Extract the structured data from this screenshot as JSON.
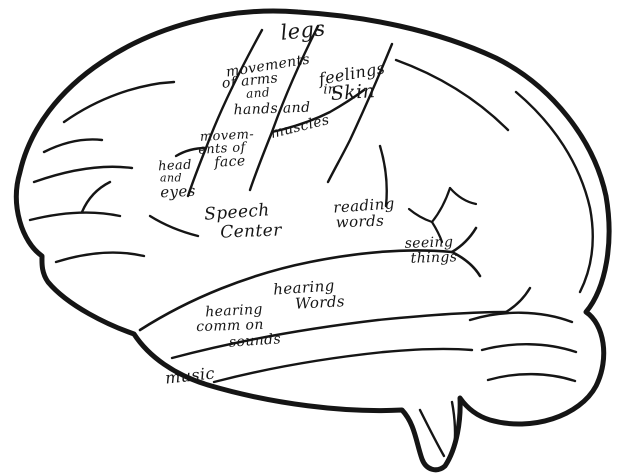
{
  "figure": {
    "description": "Hand-drawn lateral view of a human brain with labeled functional areas",
    "ink_color": "#151515",
    "background_color": "#ffffff",
    "regions": [
      {
        "name": "legs",
        "lines": [
          "legs"
        ]
      },
      {
        "name": "movements-of-arms-and-hands",
        "lines": [
          "movements",
          "of arms",
          "and",
          "hands and"
        ]
      },
      {
        "name": "feelings-in-skin",
        "lines": [
          "feelings",
          "in",
          "Skin"
        ]
      },
      {
        "name": "muscles",
        "lines": [
          "muscles"
        ]
      },
      {
        "name": "movements-of-face",
        "lines": [
          "movem-",
          "ents of",
          "face"
        ]
      },
      {
        "name": "head-and-eyes",
        "lines": [
          "head",
          "and",
          "eyes"
        ]
      },
      {
        "name": "speech-center",
        "lines": [
          "Speech",
          "Center"
        ]
      },
      {
        "name": "reading-words",
        "lines": [
          "reading",
          "words"
        ]
      },
      {
        "name": "seeing-things",
        "lines": [
          "seeing",
          "things"
        ]
      },
      {
        "name": "hearing-words",
        "lines": [
          "hearing",
          "Words"
        ]
      },
      {
        "name": "hearing-common-sounds",
        "lines": [
          "hearing",
          "comm on",
          "sounds"
        ]
      },
      {
        "name": "music",
        "lines": [
          "music"
        ]
      }
    ]
  }
}
